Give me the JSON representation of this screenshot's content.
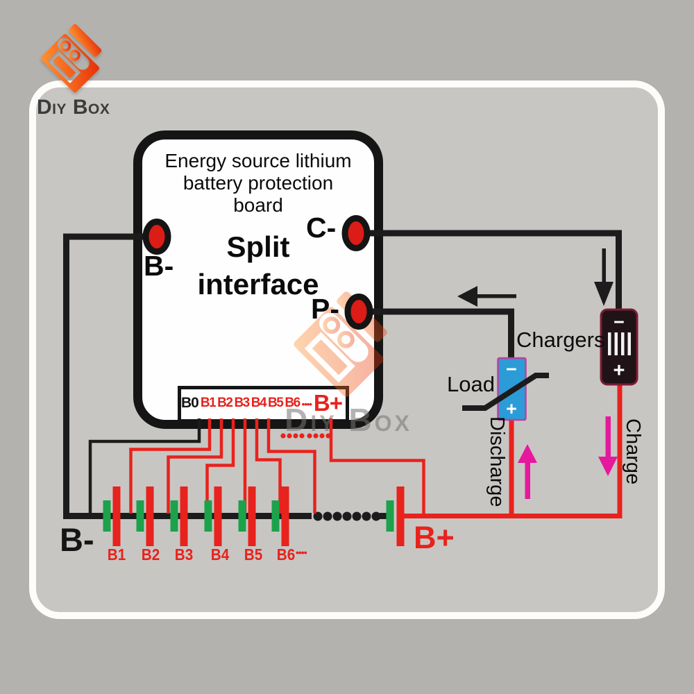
{
  "brand": {
    "name": "Diy Box"
  },
  "watermark": {
    "text": "Diy Box"
  },
  "board": {
    "title_line1": "Energy source lithium",
    "title_line2": "battery protection",
    "title_line3": "board",
    "subtitle_line1": "Split",
    "subtitle_line2": "interface",
    "terminal_bminus": "B-",
    "terminal_cminus": "C-",
    "terminal_pminus": "P-",
    "connector": {
      "pins": [
        "B0",
        "B1",
        "B2",
        "B3",
        "B4",
        "B5",
        "B6"
      ],
      "ellipsis": "••••",
      "positive": "B+"
    }
  },
  "battery": {
    "negative_label": "B-",
    "positive_label": "B+",
    "cells": [
      "B1",
      "B2",
      "B3",
      "B4",
      "B5",
      "B6"
    ],
    "ellipsis": "••••"
  },
  "load": {
    "label": "Load",
    "minus": "−",
    "plus": "+"
  },
  "charger": {
    "label": "Chargers",
    "minus": "−",
    "plus": "+"
  },
  "flow": {
    "discharge_label": "Discharge",
    "charge_label": "Charge"
  },
  "colors": {
    "wire_black": "#1c1c1c",
    "wire_red": "#e8221c",
    "cell_green": "#1da24c",
    "terminal_red": "#db1c17",
    "magenta": "#e6189d",
    "load_blue": "#2b9cd7",
    "charger_body": "#201318",
    "charger_border": "#7c1c36",
    "brand_orange_light": "#ff9433",
    "brand_orange_dark": "#e72f07"
  }
}
